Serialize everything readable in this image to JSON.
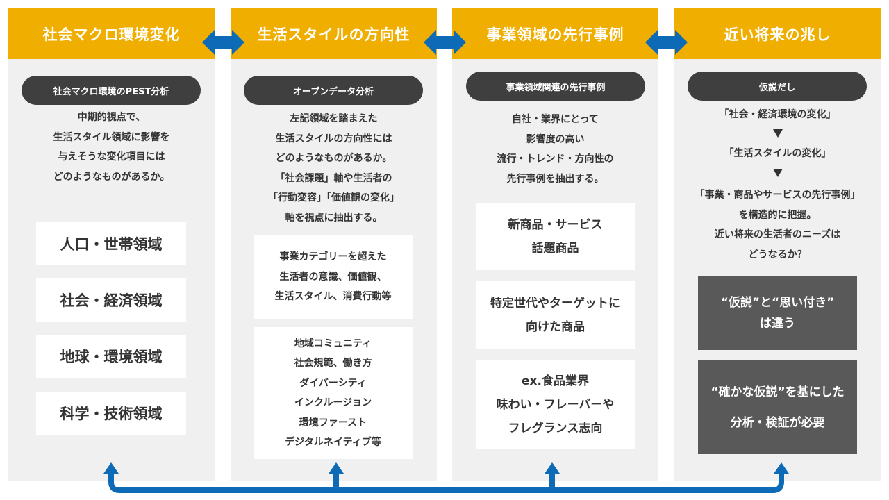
{
  "columns": [
    {
      "header": "社会マクロ環境変化",
      "pill": "社会マクロ環境のPEST分析",
      "desc": "中期的視点で、\n生活スタイル領域に影響を\n与えそうな変化項目には\nどのようなものがあるか。",
      "boxes": [
        "人口・世帯領域",
        "社会・経済領域",
        "地球・環境領域",
        "科学・技術領域"
      ]
    },
    {
      "header": "生活スタイルの方向性",
      "pill": "オープンデータ分析",
      "desc": "左記領域を踏まえた\n生活スタイルの方向性には\nどのようなものがあるか。\n「社会課題」軸や生活者の\n「行動変容」「価値観の変化」\n軸を視点に抽出する。",
      "boxes": [
        "事業カテゴリーを超えた\n生活者の意識、価値観、\n生活スタイル、消費行動等",
        "地域コミュニティ\n社会規範、働き方\nダイバーシティ\nインクルージョン\n環境ファースト\nデジタルネイティブ等"
      ]
    },
    {
      "header": "事業領域の先行事例",
      "pill": "事業領域関連の先行事例",
      "desc": "自社・業界にとって\n影響度の高い\n流行・トレンド・方向性の\n先行事例を抽出する。",
      "boxes": [
        "新商品・サービス\n話題商品",
        "特定世代やターゲットに\n向けた商品",
        "ex.食品業界\n味わい・フレーバーや\nフレグランス志向"
      ]
    },
    {
      "header": "近い将来の兆し",
      "pill": "仮説だし",
      "flow": [
        "「社会・経済環境の変化」",
        "「生活スタイルの変化」",
        "「事業・商品やサービスの先行事例」\nを構造的に把握。\n近い将来の生活者のニーズは\nどうなるか？"
      ],
      "dark_boxes": [
        "“仮説”と“思い付き”\nは違う",
        "“確かな仮説”を基にした\n分析・検証が必要"
      ]
    }
  ],
  "colors": {
    "header": "#f0ae00",
    "arrow": "#0d6ab7",
    "pill": "#3f3f3f",
    "dark_box": "#595959",
    "panel": "#f0f0f0"
  }
}
